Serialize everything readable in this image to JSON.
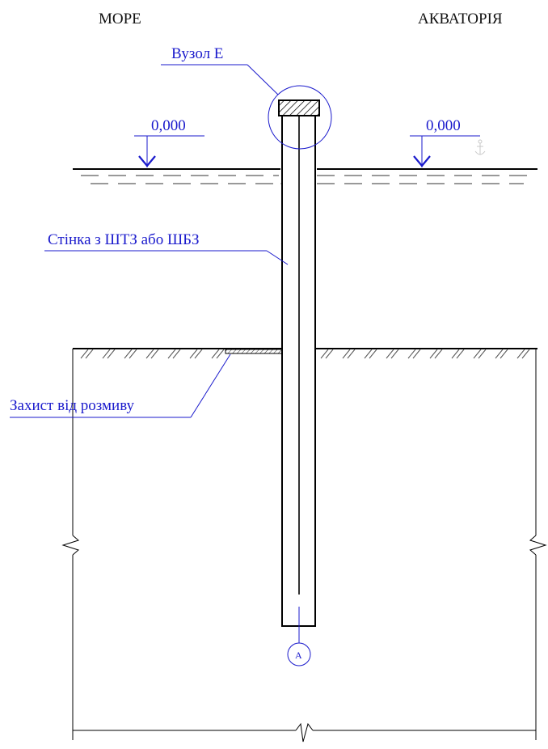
{
  "headers": {
    "left": "МОРЕ",
    "right": "АКВАТОРІЯ"
  },
  "labels": {
    "node": "Вузол Е",
    "level_left": "0,000",
    "level_right": "0,000",
    "wall": "Стінка з ШТЗ або ШБЗ",
    "protection": "Захист від розмиву",
    "axis": "А"
  },
  "icons": {
    "anchor": "anchor-icon"
  },
  "colors": {
    "line": "#000000",
    "annotation": "#1a1acc",
    "hatch": "#555555",
    "anchor": "#cccccc"
  }
}
